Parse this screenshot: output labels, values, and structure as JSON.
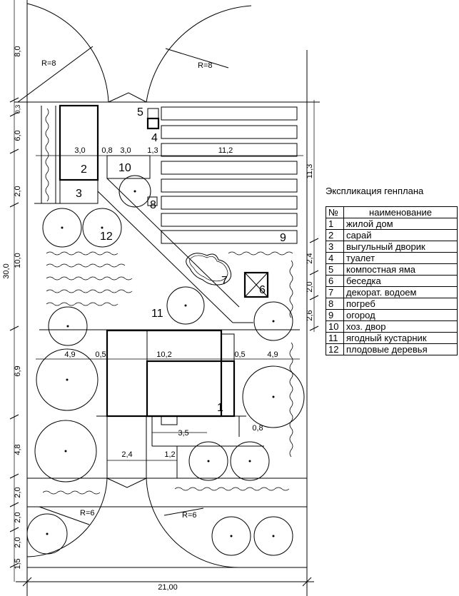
{
  "legend": {
    "title": "Экспликация генплана",
    "header_num": "№",
    "header_name": "наименование",
    "rows": [
      {
        "num": "1",
        "name": "жилой дом"
      },
      {
        "num": "2",
        "name": "сарай"
      },
      {
        "num": "3",
        "name": "выгульный дворик"
      },
      {
        "num": "4",
        "name": "туалет"
      },
      {
        "num": "5",
        "name": "компостная яма"
      },
      {
        "num": "6",
        "name": "беседка"
      },
      {
        "num": "7",
        "name": "декорат. водоем"
      },
      {
        "num": "8",
        "name": "погреб"
      },
      {
        "num": "9",
        "name": "огород"
      },
      {
        "num": "10",
        "name": "хоз. двор"
      },
      {
        "num": "11",
        "name": "ягодный кустарник"
      },
      {
        "num": "12",
        "name": "плодовые деревья"
      }
    ]
  },
  "plan": {
    "radius_top_left": "R=8",
    "radius_top_right": "R=8",
    "radius_bottom_left": "R=6",
    "radius_bottom_right": "R=6",
    "labels": {
      "n1": "1",
      "n2": "2",
      "n3": "3",
      "n4": "4",
      "n5": "5",
      "n6": "6",
      "n7": "7",
      "n8": "8",
      "n9": "9",
      "n10": "10",
      "n11": "11",
      "n12": "12"
    },
    "dims_left": [
      "8,0",
      "0,3",
      "6,0",
      "2,0",
      "10,0",
      "6,9",
      "4,8",
      "2,0",
      "2,0",
      "2,0",
      "1,5"
    ],
    "dim_total_height": "30,0",
    "dims_right": [
      "11,3",
      "2,4",
      "2,0",
      "2,6"
    ],
    "dims_top_row": [
      "3,0",
      "0,8",
      "3,0",
      "1,3",
      "11,2"
    ],
    "dims_house_row": [
      "4,9",
      "0,5",
      "10,2",
      "0,5",
      "4,9"
    ],
    "dims_bottom_small": [
      "3,5",
      "0,8",
      "2,4",
      "1,2"
    ],
    "dim_total_width": "21,00"
  }
}
